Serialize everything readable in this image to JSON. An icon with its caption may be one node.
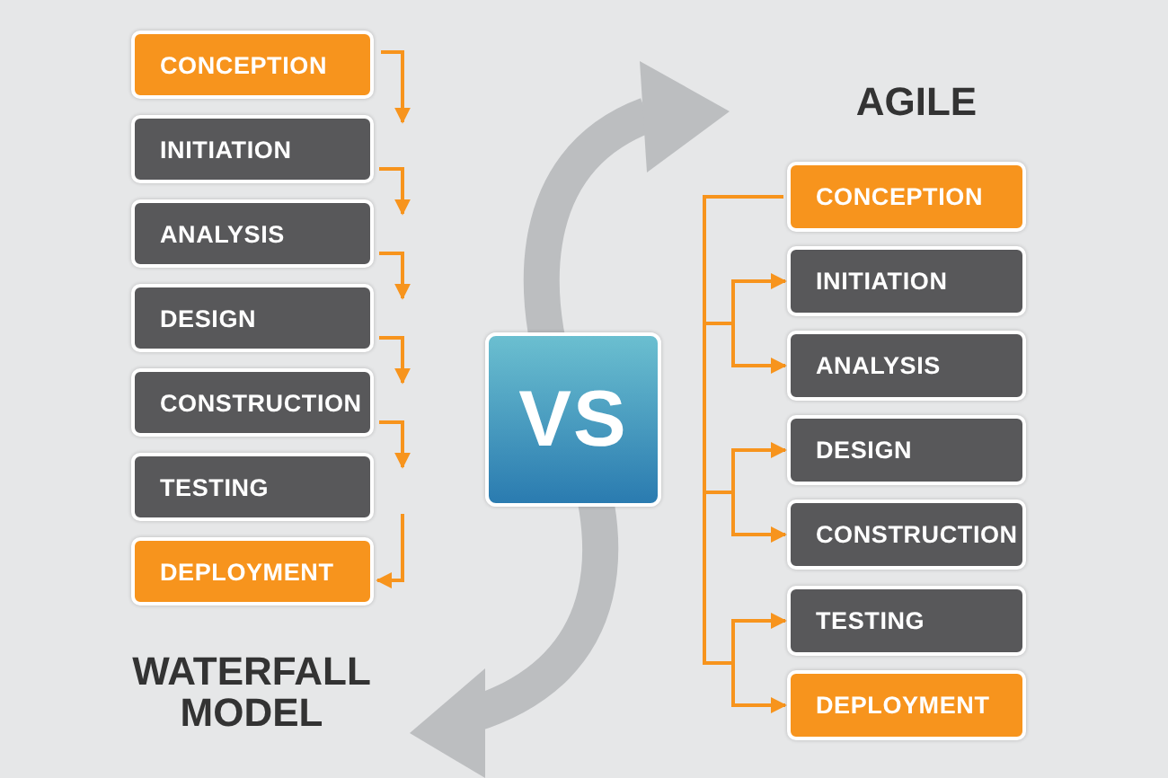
{
  "diagram": {
    "nodes": [
      {
        "text": [
          "CONCEPTION"
        ]
      },
      {
        "text": [
          "INITIATION"
        ]
      },
      {
        "text": [
          "ANALYSIS"
        ]
      },
      {
        "text": [
          "DESIGN"
        ]
      },
      {
        "text": [
          "CONSTRUCTION"
        ]
      },
      {
        "text": [
          "TESTING"
        ]
      },
      {
        "text": [
          "DEPLOYMENT"
        ]
      },
      {
        "text": [
          "VS"
        ]
      },
      {
        "text": [
          "CONCEPTION"
        ]
      },
      {
        "text": [
          "INITIATION"
        ]
      },
      {
        "text": [
          "ANALYSIS"
        ]
      },
      {
        "text": [
          "DESIGN"
        ]
      },
      {
        "text": [
          "CONSTRUCTION"
        ]
      },
      {
        "text": [
          "TESTING"
        ]
      },
      {
        "text": [
          "DEPLOYMENT"
        ]
      }
    ],
    "edges": [
      {
        "from": 0,
        "to": 1,
        "arrow": "to"
      },
      {
        "from": 1,
        "to": 2,
        "arrow": "to"
      },
      {
        "from": 2,
        "to": 3,
        "arrow": "to"
      },
      {
        "from": 3,
        "to": 4,
        "arrow": "to"
      },
      {
        "from": 4,
        "to": 5,
        "arrow": "to"
      },
      {
        "from": 5,
        "to": 6,
        "arrow": "to"
      },
      {
        "from": 8,
        "to": 9,
        "arrow": "to"
      },
      {
        "from": 8,
        "to": 10,
        "arrow": "to"
      },
      {
        "from": 8,
        "to": 11,
        "arrow": "to"
      },
      {
        "from": 8,
        "to": 12,
        "arrow": "to"
      },
      {
        "from": 8,
        "to": 13,
        "arrow": "to"
      },
      {
        "from": 8,
        "to": 14,
        "arrow": "to"
      }
    ],
    "labels": [
      "AGILE",
      "WATERFALL MODEL"
    ]
  }
}
